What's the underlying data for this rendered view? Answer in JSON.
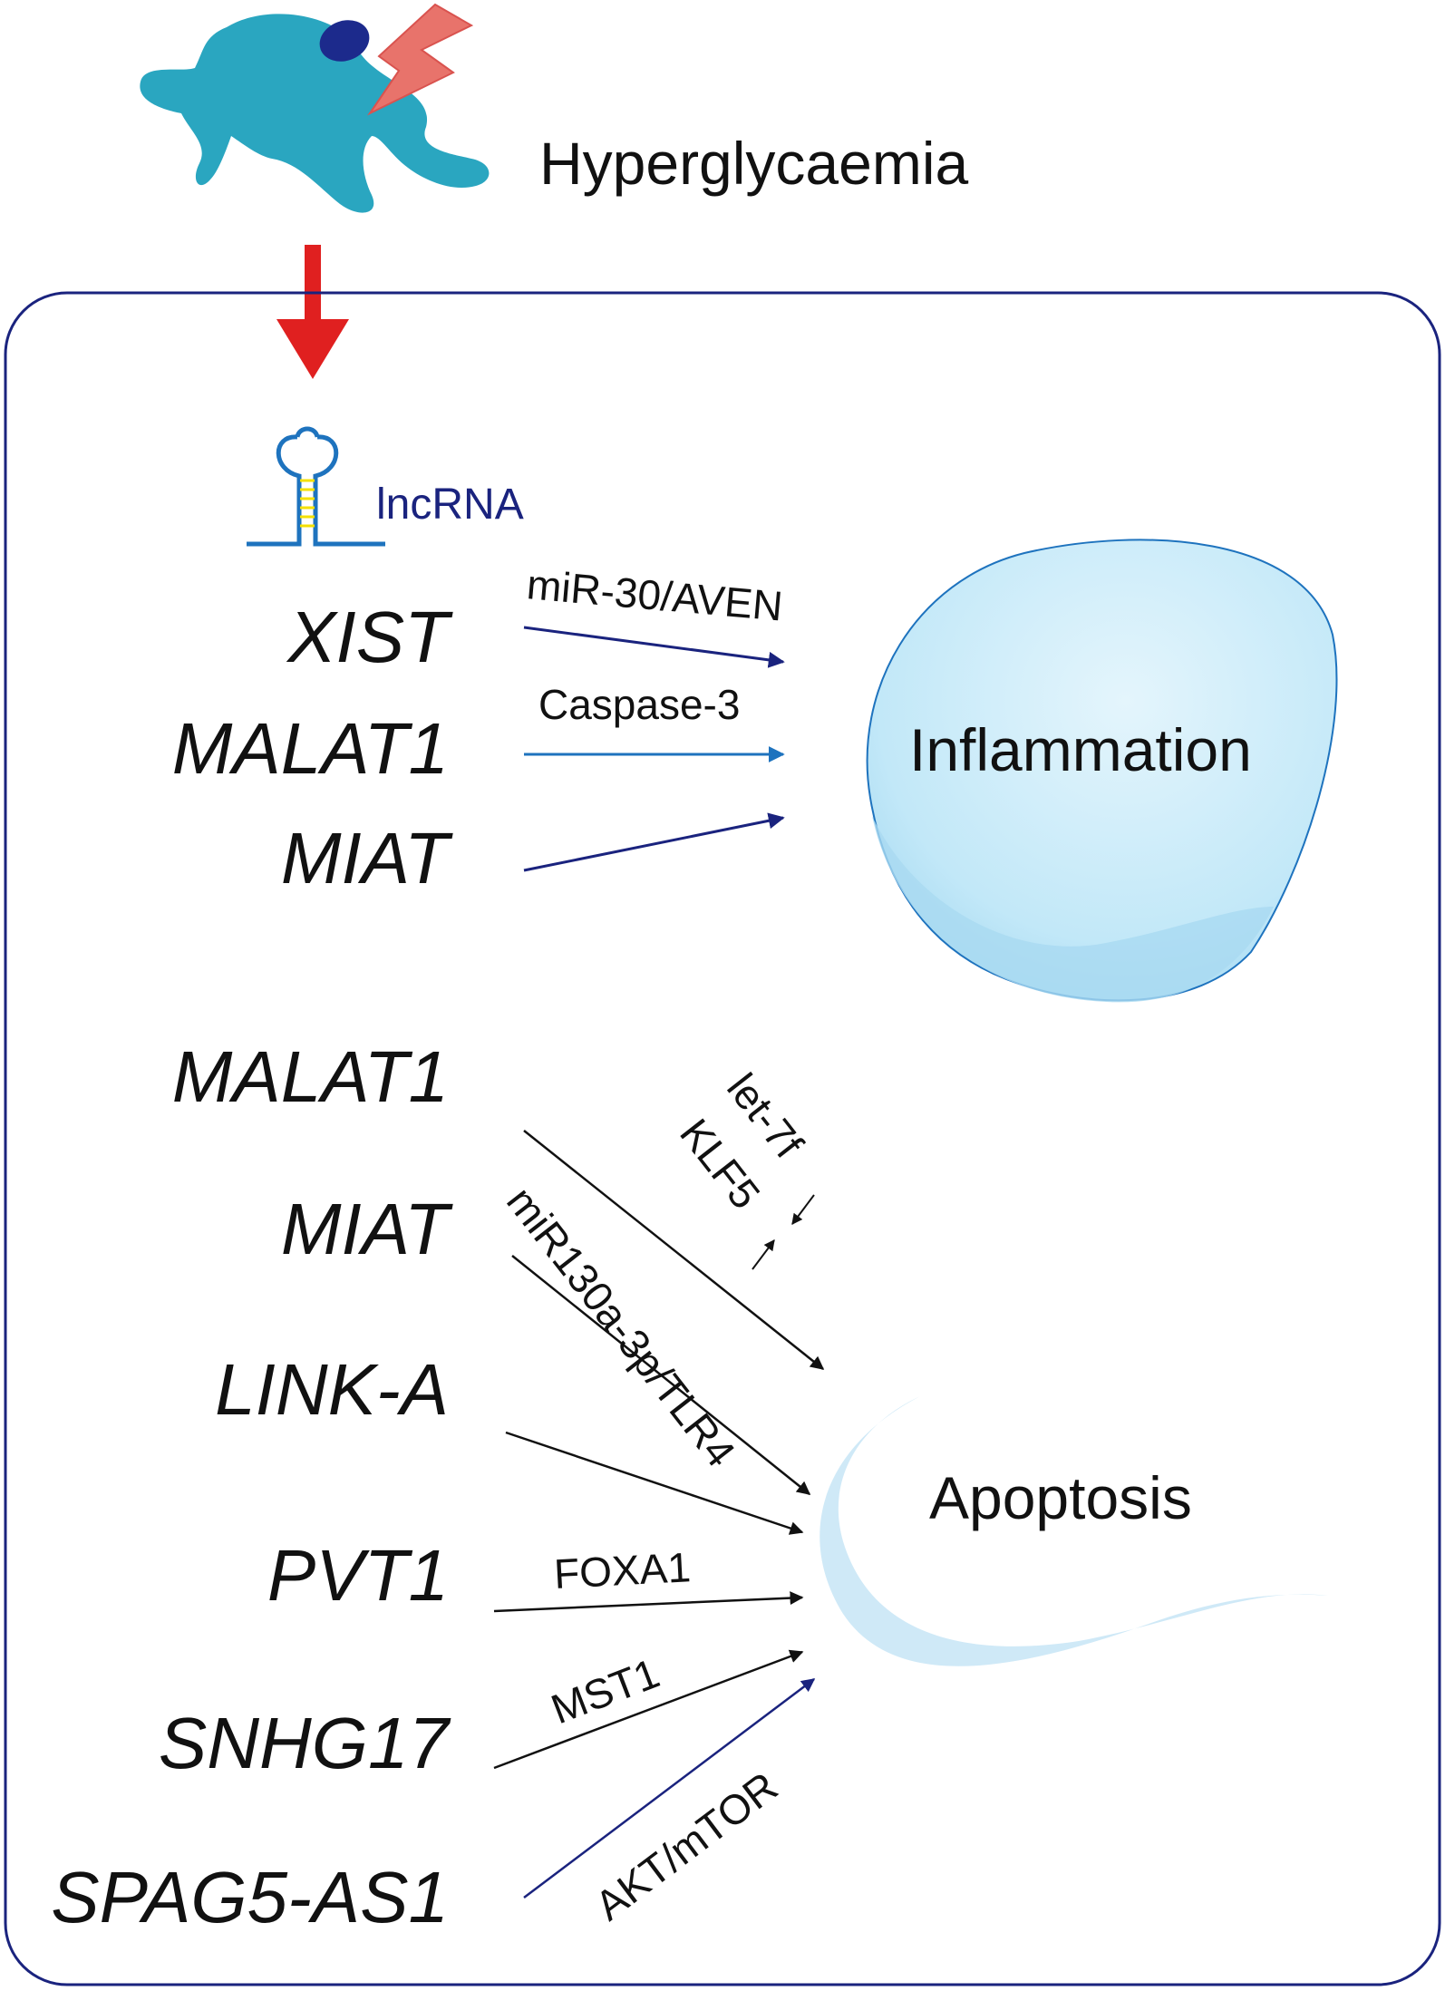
{
  "header": {
    "stimulus_label": "Hyperglycaemia"
  },
  "lncrna_label": "lncRNA",
  "outcomes": {
    "inflammation": "Inflammation",
    "apoptosis": "Apoptosis"
  },
  "inflammation_group": {
    "genes": [
      "XIST",
      "MALAT1",
      "MIAT"
    ],
    "mediators": [
      "miR-30/AVEN",
      "Caspase-3"
    ]
  },
  "apoptosis_group": {
    "genes": [
      "MALAT1",
      "MIAT",
      "LINK-A",
      "PVT1",
      "SNHG17",
      "SPAG5-AS1"
    ],
    "mediators": [
      "let-7f",
      "KLF5",
      "miR130a-3p/TLR4",
      "FOXA1",
      "MST1",
      "AKT/mTOR"
    ]
  },
  "colors": {
    "cell": "#2aa6c0",
    "nucleus": "#1c2a8c",
    "lightning": "#e8736b",
    "red_arrow": "#e02020",
    "panel_border": "#1a237e",
    "navy_arrow": "#1a237e",
    "blue_arrow": "#1e73be",
    "black_arrow": "#111111",
    "inflammation_fill": "#bfe6f7",
    "apoptosis_fill": "#cfe9f7"
  },
  "icons": [
    "cell-icon",
    "lightning-icon",
    "lncrna-hairpin-icon"
  ]
}
